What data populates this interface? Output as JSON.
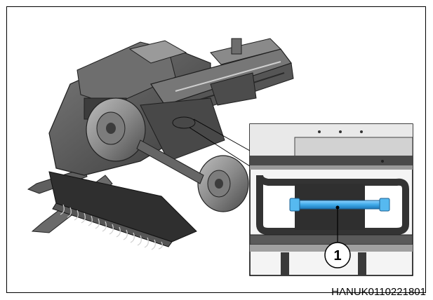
{
  "figure": {
    "callout_number": "1",
    "reference_code": "HANUK0110221801",
    "colors": {
      "machine_body": "#5a5a5a",
      "machine_dark": "#2e2e2e",
      "machine_light": "#8c8c8c",
      "highlight_part": "#3fa9e8",
      "frame_line": "#000000"
    },
    "icons": [
      "baler-machine-illustration",
      "detail-inset",
      "callout-circle",
      "highlighted-pin"
    ]
  }
}
